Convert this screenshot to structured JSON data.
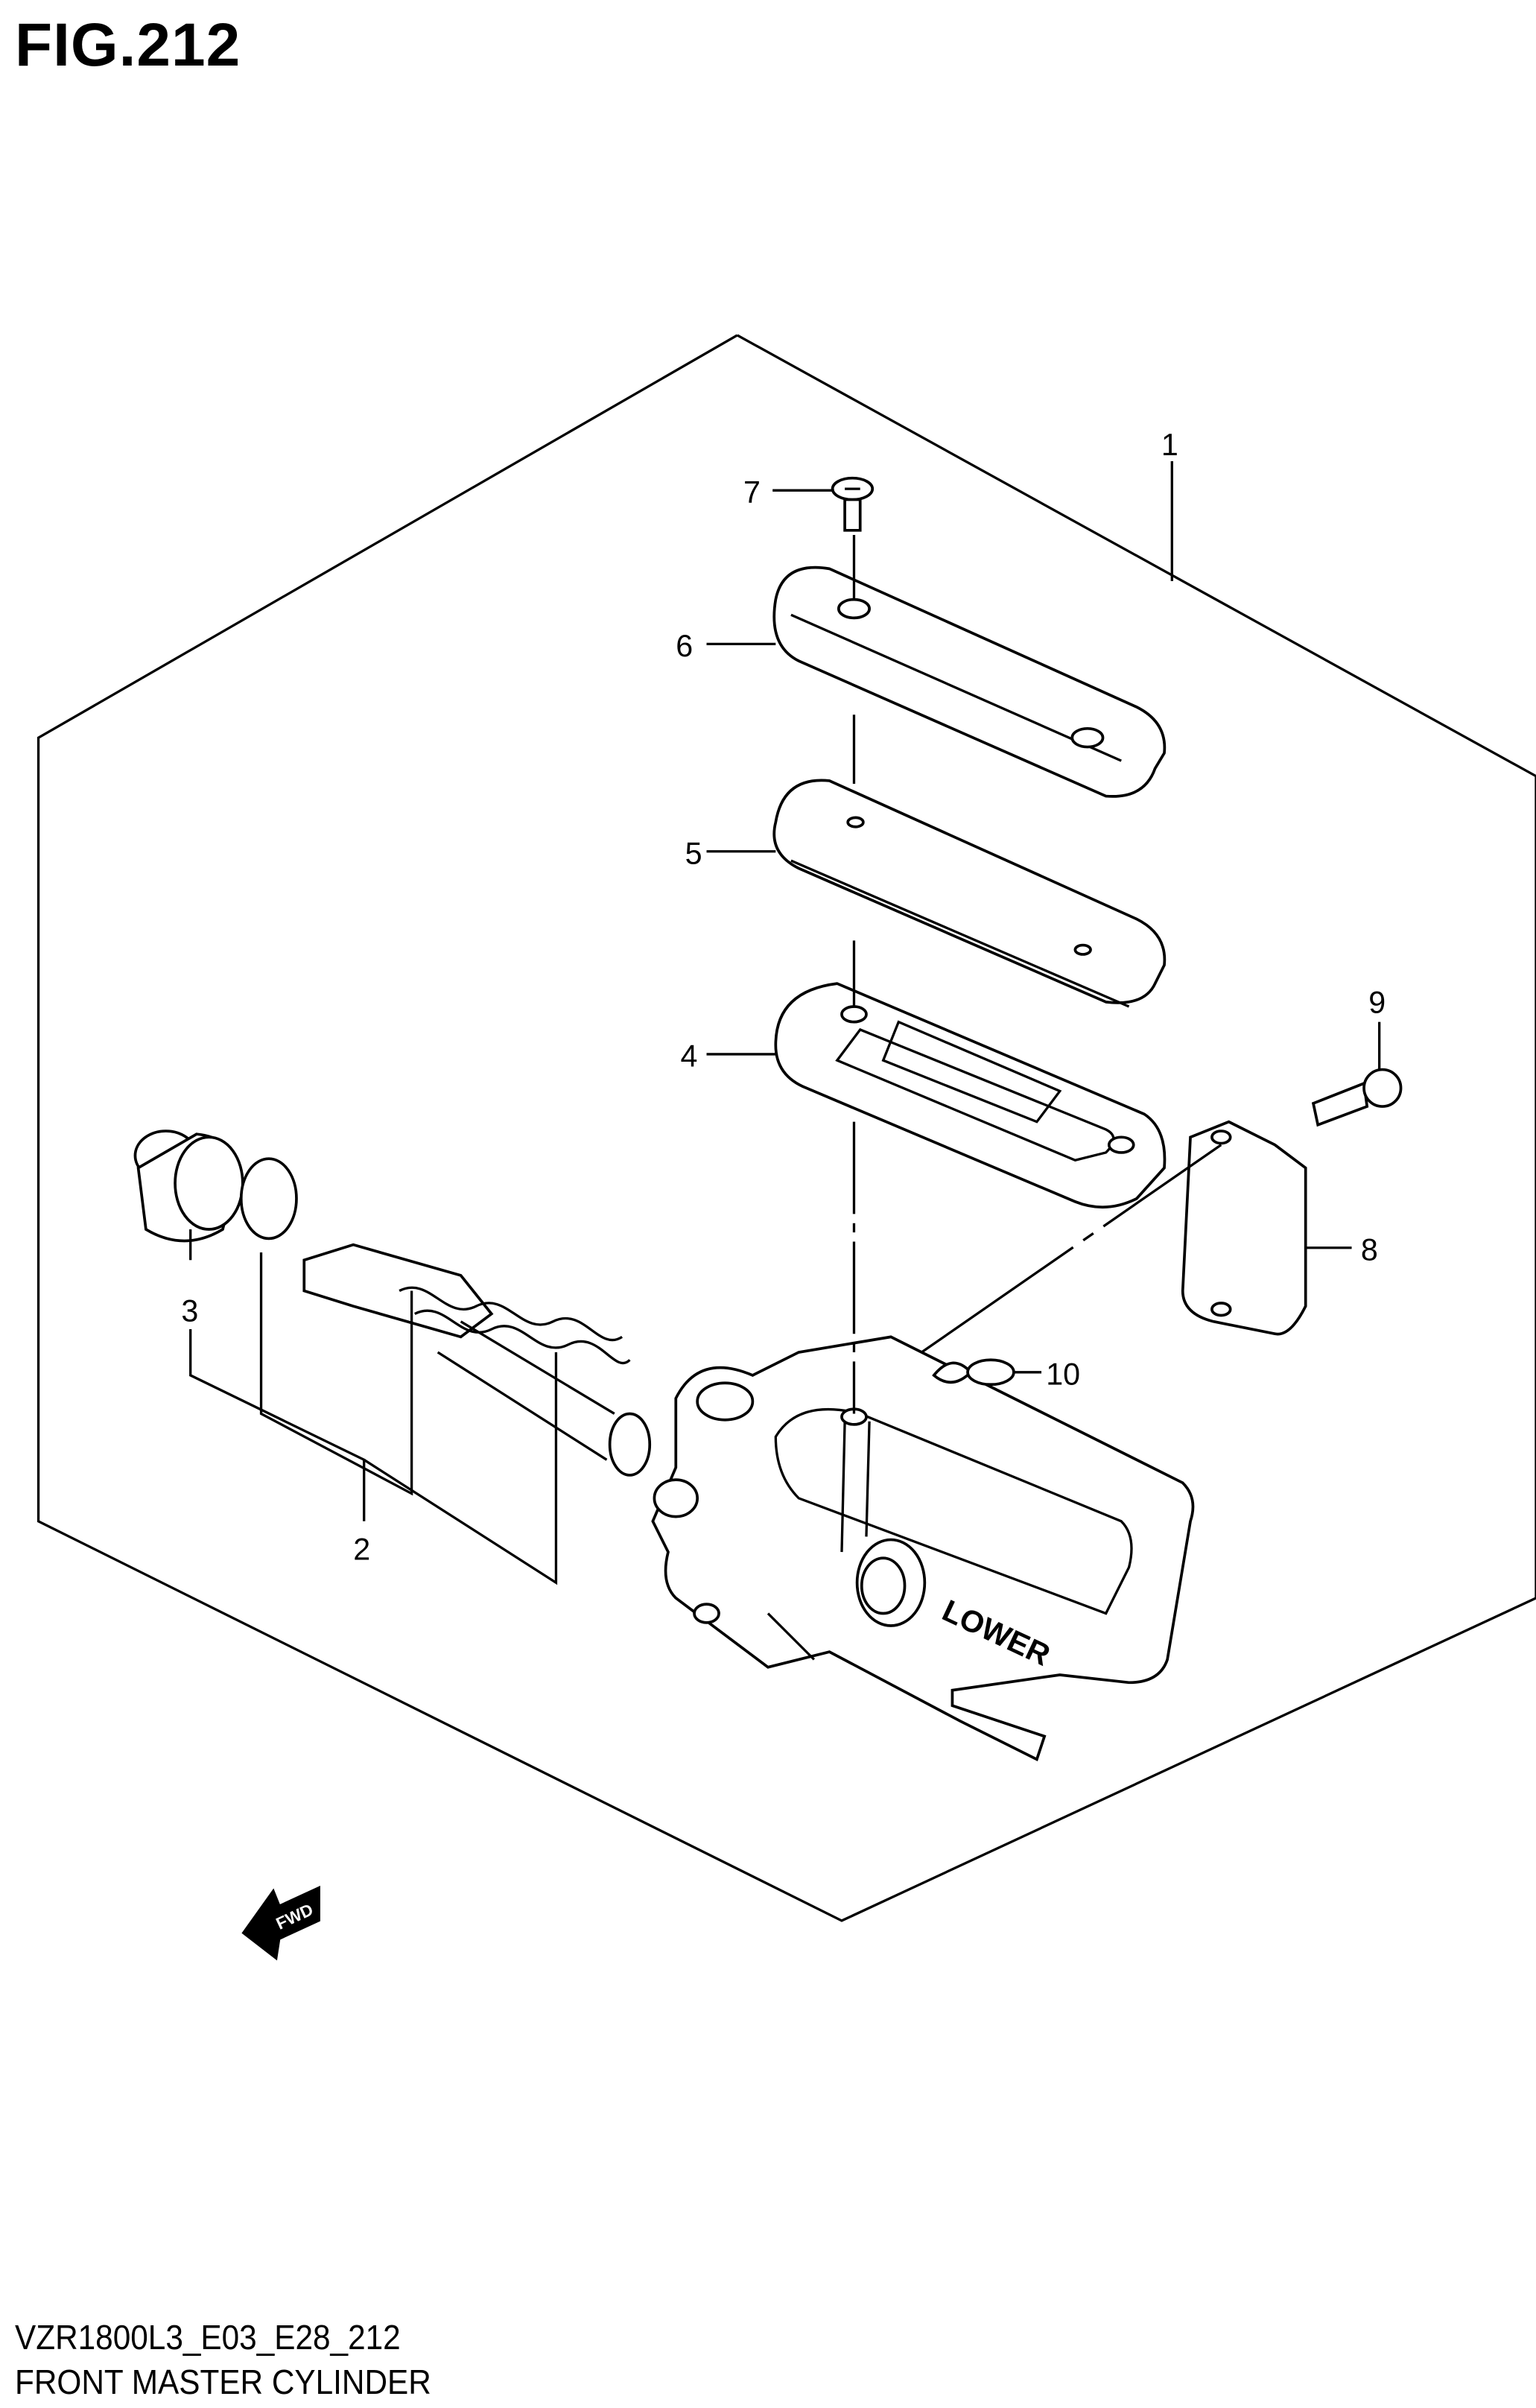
{
  "figure": {
    "title": "FIG.212",
    "code": "VZR1800L3_E03_E28_212",
    "name": "FRONT MASTER CYLINDER"
  },
  "callouts": [
    {
      "number": "1",
      "part": "master-cylinder-assy"
    },
    {
      "number": "2",
      "part": "piston-cup-set"
    },
    {
      "number": "3",
      "part": "boot"
    },
    {
      "number": "4",
      "part": "plate"
    },
    {
      "number": "5",
      "part": "diaphragm"
    },
    {
      "number": "6",
      "part": "reservoir-cap"
    },
    {
      "number": "7",
      "part": "screw"
    },
    {
      "number": "8",
      "part": "holder"
    },
    {
      "number": "9",
      "part": "bolt"
    },
    {
      "number": "10",
      "part": "clip"
    }
  ],
  "markings": {
    "fwd": "FWD",
    "lower": "LOWER"
  },
  "colors": {
    "line": "#000000",
    "background": "#ffffff"
  }
}
